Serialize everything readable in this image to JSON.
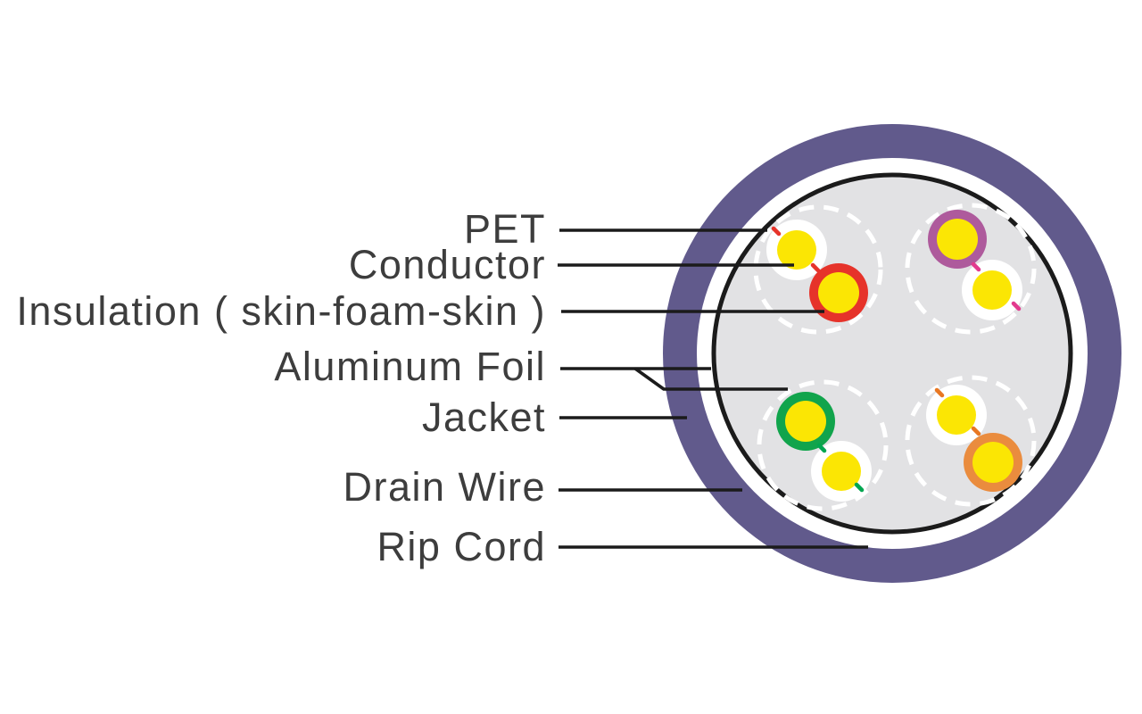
{
  "diagram": {
    "type": "cable-cross-section",
    "labels": {
      "pet": "PET",
      "conductor": "Conductor",
      "insulation": "Insulation ( skin-foam-skin )",
      "aluminum_foil": "Aluminum Foil",
      "jacket": "Jacket",
      "drain_wire": "Drain Wire",
      "rip_cord": "Rip Cord"
    },
    "colors": {
      "jacket_purple": "#615a8c",
      "inner_sheath_white": "#ffffff",
      "foil_black": "#1b1b1b",
      "interior_gray": "#e2e2e4",
      "insulation_white": "#ffffff",
      "conductor_yellow": "#fbe604",
      "pair1_ring_red": "#e6332a",
      "pair2_ring_magenta": "#ae5a9c",
      "pair3_ring_green": "#11a44c",
      "pair4_ring_orange": "#ea8c3e",
      "tick_red": "#e6332a",
      "tick_pink": "#e23a8e",
      "tick_green": "#00a650",
      "tick_orange": "#e87722",
      "leader_line": "#1b1b1b",
      "label_text": "#3d3d3d"
    },
    "pairs": [
      {
        "position": "top-left",
        "ring_color_name": "red"
      },
      {
        "position": "top-right",
        "ring_color_name": "magenta"
      },
      {
        "position": "bottom-left",
        "ring_color_name": "green"
      },
      {
        "position": "bottom-right",
        "ring_color_name": "orange"
      }
    ]
  }
}
